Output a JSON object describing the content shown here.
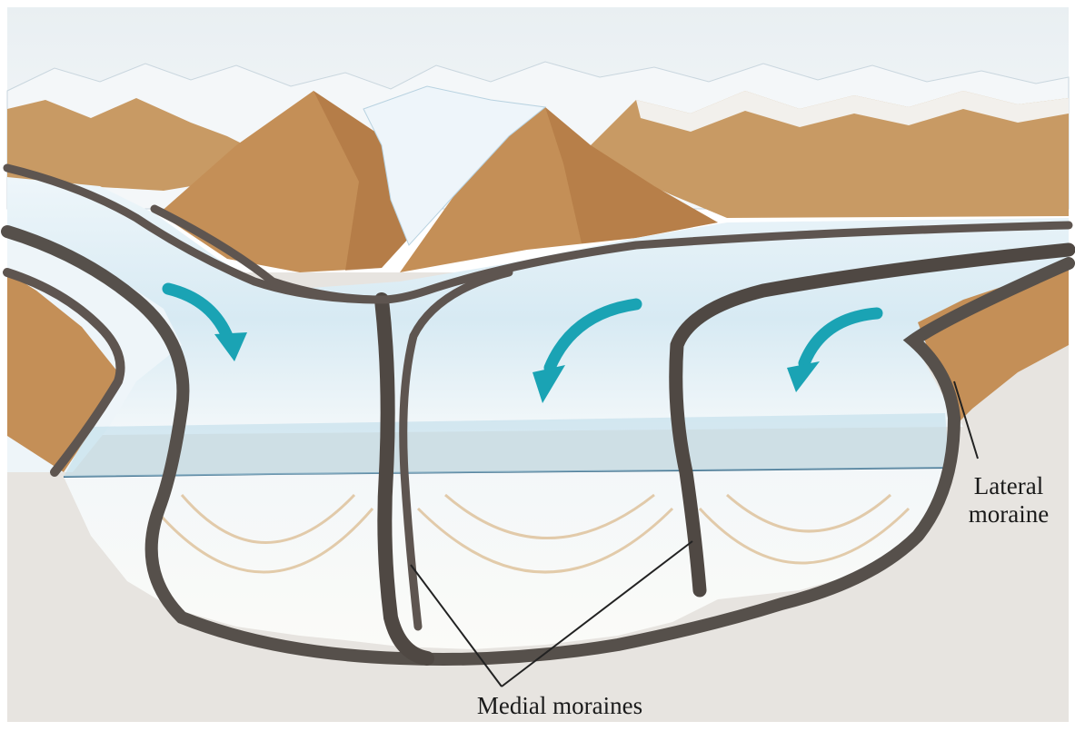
{
  "labels": {
    "lateral_line1": "Lateral",
    "lateral_line2": "moraine",
    "medial": "Medial moraines"
  },
  "colors": {
    "sky": "#eef3f6",
    "rock": "#c89a64",
    "rock_dark": "#a97240",
    "snow": "#f7fafc",
    "ice": "#dcecf4",
    "ice_blue": "#a9cfe0",
    "moraine": "#5a514c",
    "ground": "#e8e5e1",
    "arrow": "#1aa3b4",
    "label_line": "#222222"
  },
  "icons": [
    "flow-arrow-icon"
  ]
}
